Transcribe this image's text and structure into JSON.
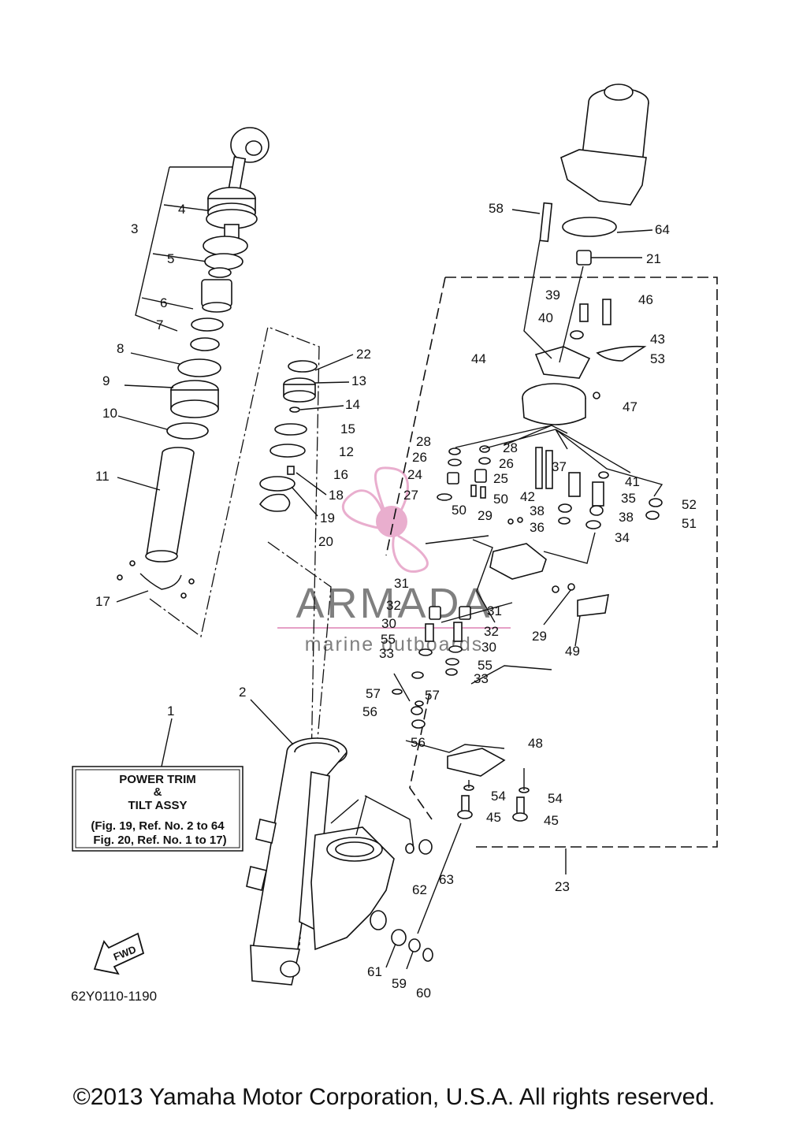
{
  "title_box": {
    "line1": "POWER TRIM",
    "line2": "&",
    "line3": "TILT ASSY",
    "line4": "(Fig. 19, Ref. No. 2 to 64",
    "line5": "Fig. 20, Ref. No. 1 to 17)"
  },
  "drawing_number": "62Y0110-1190",
  "fwd_label": "FWD",
  "watermark": {
    "brand": "ARMADA",
    "tagline": "marine outboards",
    "accent_color": "#e6a0c6"
  },
  "copyright": "©2013 Yamaha Motor Corporation, U.S.A. All rights reserved.",
  "callouts": [
    "1",
    "2",
    "3",
    "4",
    "5",
    "6",
    "7",
    "8",
    "9",
    "10",
    "11",
    "12",
    "13",
    "14",
    "15",
    "16",
    "17",
    "18",
    "19",
    "20",
    "21",
    "22",
    "23",
    "24",
    "25",
    "26",
    "26",
    "27",
    "28",
    "28",
    "29",
    "29",
    "30",
    "30",
    "31",
    "31",
    "32",
    "32",
    "33",
    "33",
    "34",
    "35",
    "36",
    "37",
    "38",
    "38",
    "39",
    "40",
    "41",
    "42",
    "43",
    "44",
    "45",
    "45",
    "46",
    "47",
    "48",
    "49",
    "50",
    "50",
    "51",
    "52",
    "53",
    "54",
    "54",
    "55",
    "55",
    "56",
    "56",
    "57",
    "57",
    "58",
    "59",
    "60",
    "61",
    "62",
    "63",
    "64"
  ]
}
